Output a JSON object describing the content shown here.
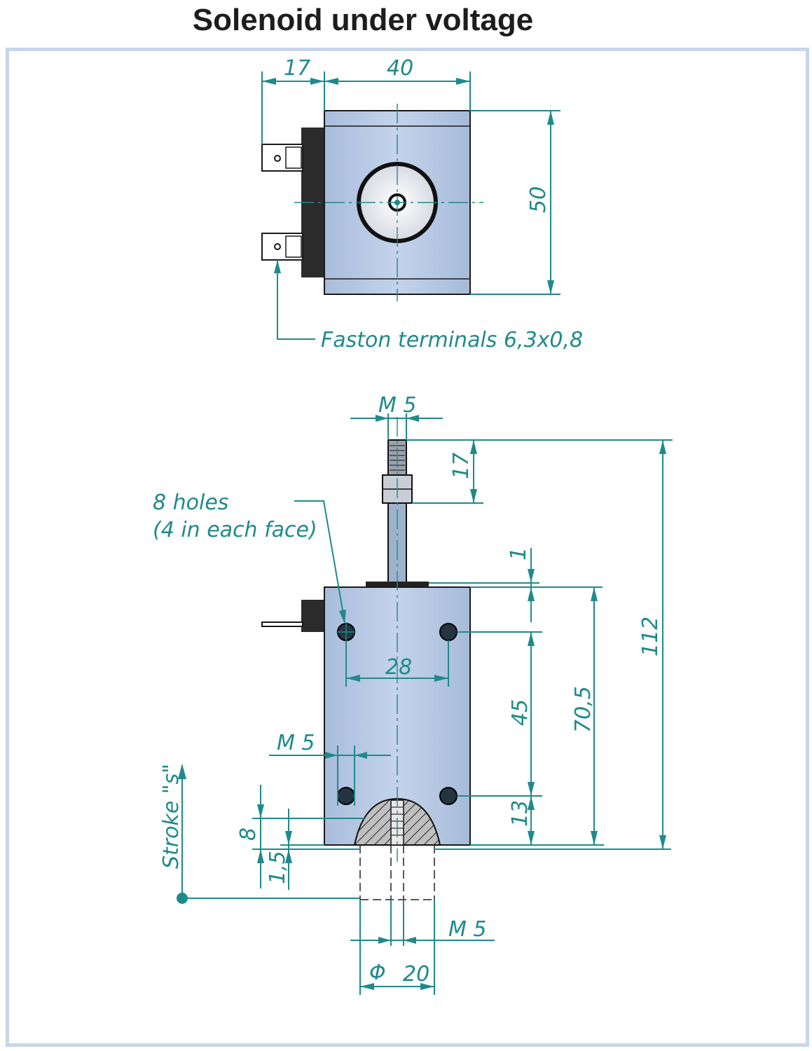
{
  "title": "Solenoid under voltage",
  "colors": {
    "frame": "#c9d6ea",
    "dimension": "#1f8a8a",
    "body_fill": "#b3c6e2"
  },
  "top_view": {
    "dim_terminal_offset": "17",
    "dim_width": "40",
    "dim_height": "50",
    "terminal_note": "Faston terminals 6,3x0,8"
  },
  "side_view": {
    "dim_thread_top": "M 5",
    "dim_thread_len": "17",
    "holes_note_line1": "8 holes",
    "holes_note_line2": "(4 in each face)",
    "dim_gap": "1",
    "dim_total": "112",
    "dim_hole_spacing_h": "28",
    "dim_hole_spacing_v": "45",
    "dim_body": "70,5",
    "dim_hole_thread": "M 5",
    "dim_bottom_hole": "13",
    "dim_8": "8",
    "dim_1_5": "1,5",
    "stroke_label": "Stroke \"s\"",
    "dim_plunger_thread": "M 5",
    "dim_plunger_dia_symbol": "Φ",
    "dim_plunger_dia": "20"
  }
}
